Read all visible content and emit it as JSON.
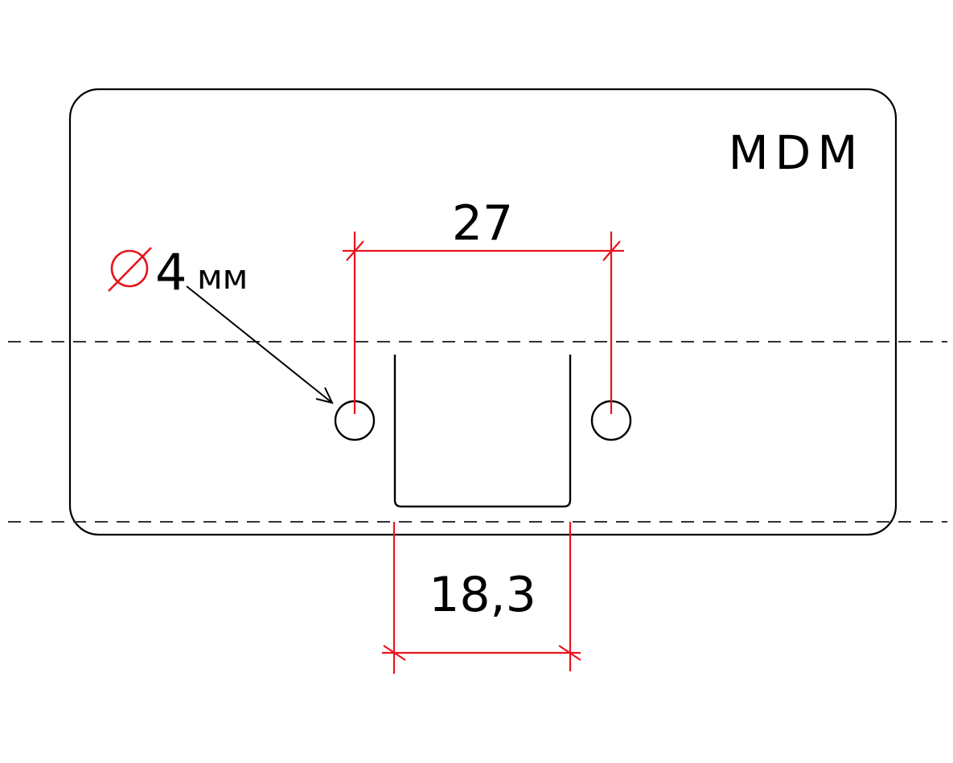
{
  "drawing": {
    "brand_label": "MDM",
    "hole_diameter": {
      "symbol": "⌀",
      "value": "4",
      "unit": "мм"
    },
    "dimension_hole_spacing": "27",
    "dimension_slot_width": "18,3"
  },
  "colors": {
    "outline": "#000000",
    "dimension": "#e8141c",
    "centerline": "#333333"
  }
}
